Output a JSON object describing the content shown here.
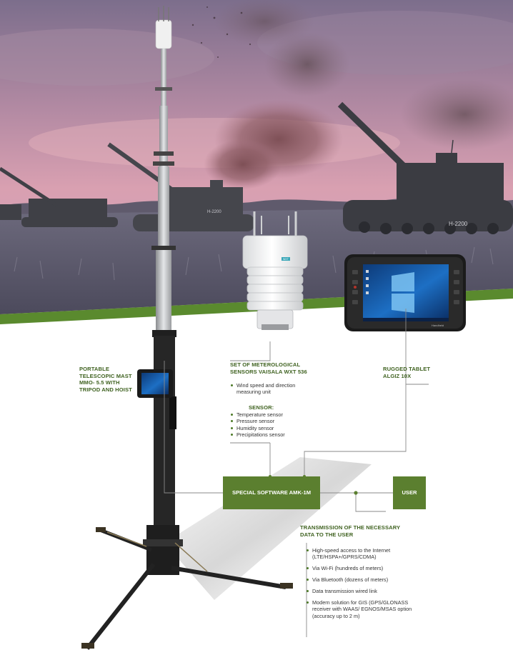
{
  "labels": {
    "mast": "PORTABLE TELESCOPIC MAST MMO- 5.5 WITH TRIPOD AND HOIST",
    "sensors_title": "SET OF METEROLOGICAL SENSORS VAISALA WXT 536",
    "sensors_items": [
      "Wind speed and direction measuring unit"
    ],
    "sensor_heading": "SENSOR:",
    "sensor_items": [
      "Temperature sensor",
      "Pressure sensor",
      "Humidity sensor",
      "Precipitations sensor"
    ],
    "tablet": "RUGGED TABLET ALGIZ 10X",
    "transmission_title": "TRANSMISSION OF THE NECESSARY DATA TO THE USER",
    "transmission_items": [
      "High-speed access to the Internet (LTE/HSPA+/GPRS/CDMA)",
      "Via Wi-Fi (hundreds of meters)",
      "Via Bluetooth (dozens of meters)",
      "Data transmission wired link",
      "Modern solution for GIS (GPS/GLONASS receiver with WAAS/ EGNOS/MSAS option (accuracy up to 2 m)"
    ]
  },
  "boxes": {
    "software": "SPECIAL SOFTWARE AMK-1M",
    "user": "USER"
  },
  "photo": {
    "vehicle_marking": "H-2200",
    "sensor_badge": "WXT",
    "tablet_brand": "Handheld"
  },
  "colors": {
    "brand_green": "#5b7f2f",
    "label_green": "#3f6220",
    "connector_line": "#8a8a8a",
    "sky_top": "#857591",
    "sky_pink": "#d69aae"
  }
}
